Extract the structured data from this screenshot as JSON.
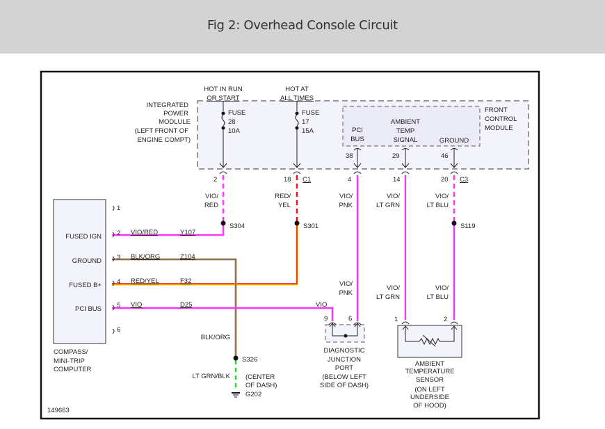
{
  "header": {
    "title": "Fig 2: Overhead Console Circuit"
  },
  "diagram": {
    "figure_number": "149663",
    "ipm": {
      "label": [
        "INTEGRATED",
        "POWER",
        "MODLULE",
        "(LEFT FRONT OF",
        "ENGINE COMPT)"
      ],
      "feed_left": [
        "HOT IN RUN",
        "OR START"
      ],
      "feed_right": [
        "HOT AT",
        "ALL TIMES"
      ],
      "fuse_left": [
        "FUSE",
        "28",
        "10A"
      ],
      "fuse_right": [
        "FUSE",
        "17",
        "15A"
      ],
      "pin_left": "2",
      "pin_right": "18",
      "connector": "C1"
    },
    "fcm": {
      "label": [
        "FRONT",
        "CONTROL",
        "MODULE"
      ],
      "pci_label": [
        "PCI",
        "BUS"
      ],
      "ambient_label": [
        "AMBIENT",
        "TEMP",
        "SIGNAL"
      ],
      "ground_label": "GROUND",
      "inner_pins": [
        "38",
        "29",
        "46"
      ],
      "outer_pins": [
        "4",
        "14",
        "20"
      ],
      "connector": "C3"
    },
    "wires": {
      "vio_red": [
        "VIO/",
        "RED"
      ],
      "red_yel": [
        "RED/",
        "YEL"
      ],
      "vio_pnk": [
        "VIO/",
        "PNK"
      ],
      "vio_ltgrn": [
        "VIO/",
        "LT GRN"
      ],
      "vio_ltblu": [
        "VIO/",
        "LT BLU"
      ],
      "blk_org": "BLK/ORG",
      "lt_grn_blk": "LT GRN/BLK",
      "vio": "VIO"
    },
    "splices": [
      "S304",
      "S301",
      "S119",
      "S326"
    ],
    "ground": {
      "id": "G202",
      "location": [
        "(CENTER",
        "OF DASH)"
      ]
    },
    "compass": {
      "label": [
        "COMPASS/",
        "MINI-TRIP",
        "COMPUTER"
      ],
      "pins": [
        {
          "num": "1",
          "name": "",
          "color": "",
          "circuit": ""
        },
        {
          "num": "2",
          "name": "FUSED IGN",
          "color": "VIO/RED",
          "circuit": "Y107"
        },
        {
          "num": "3",
          "name": "GROUND",
          "color": "BLK/ORG",
          "circuit": "Z104"
        },
        {
          "num": "4",
          "name": "FUSED B+",
          "color": "RED/YEL",
          "circuit": "F32"
        },
        {
          "num": "5",
          "name": "PCI BUS",
          "color": "VIO",
          "circuit": "D25"
        },
        {
          "num": "6",
          "name": "",
          "color": "",
          "circuit": ""
        }
      ]
    },
    "djp": {
      "pins": [
        "9",
        "6"
      ],
      "label": [
        "DIAGNOSTIC",
        "JUNCTION",
        "PORT",
        "(BELOW LEFT",
        "SIDE OF DASH)"
      ]
    },
    "sensor": {
      "pins": [
        "1",
        "2"
      ],
      "label": [
        "AMBIENT",
        "TEMPERATURE",
        "SENSOR",
        "(ON LEFT",
        "UNDERSIDE",
        "OF HOOD)"
      ]
    },
    "colors": {
      "violet": "#ff33ff",
      "red": "#ee1111",
      "orange_stripe": "#ffcc00",
      "brown": "#8b6b4a",
      "green": "#22dd22",
      "module_fill": "#f3f3fb",
      "inner_fill": "#ebebf7"
    }
  }
}
